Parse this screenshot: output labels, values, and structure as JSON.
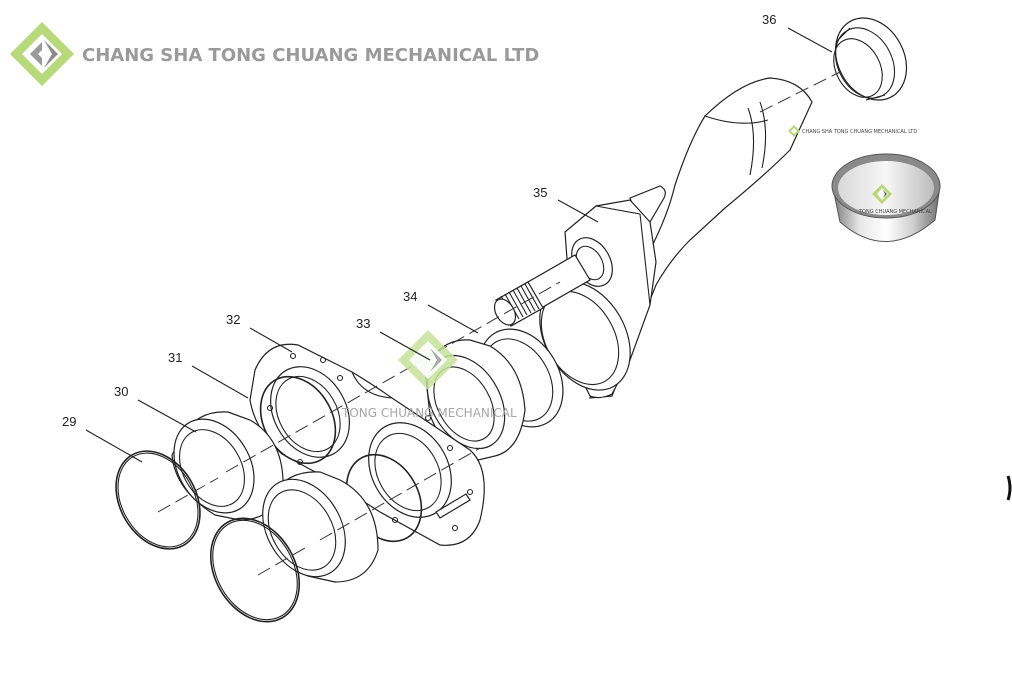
{
  "watermark": {
    "company": "CHANG SHA TONG CHUANG MECHANICAL LTD",
    "center_text": "TONG CHUANG MECHANICAL",
    "badge_text_top": "CHANG SHA TONG CHUANG MECHANICAL LTD",
    "badge_text_photo": "TONG CHUANG MECHANICAL",
    "logo_colors": {
      "green": "#b7d97a",
      "gray": "#8c8c8c"
    }
  },
  "parts": [
    {
      "id": "p29",
      "number": "29"
    },
    {
      "id": "p30",
      "number": "30"
    },
    {
      "id": "p31",
      "number": "31"
    },
    {
      "id": "p32",
      "number": "32"
    },
    {
      "id": "p33",
      "number": "33"
    },
    {
      "id": "p34",
      "number": "34"
    },
    {
      "id": "p35",
      "number": "35"
    },
    {
      "id": "p36",
      "number": "36"
    }
  ]
}
